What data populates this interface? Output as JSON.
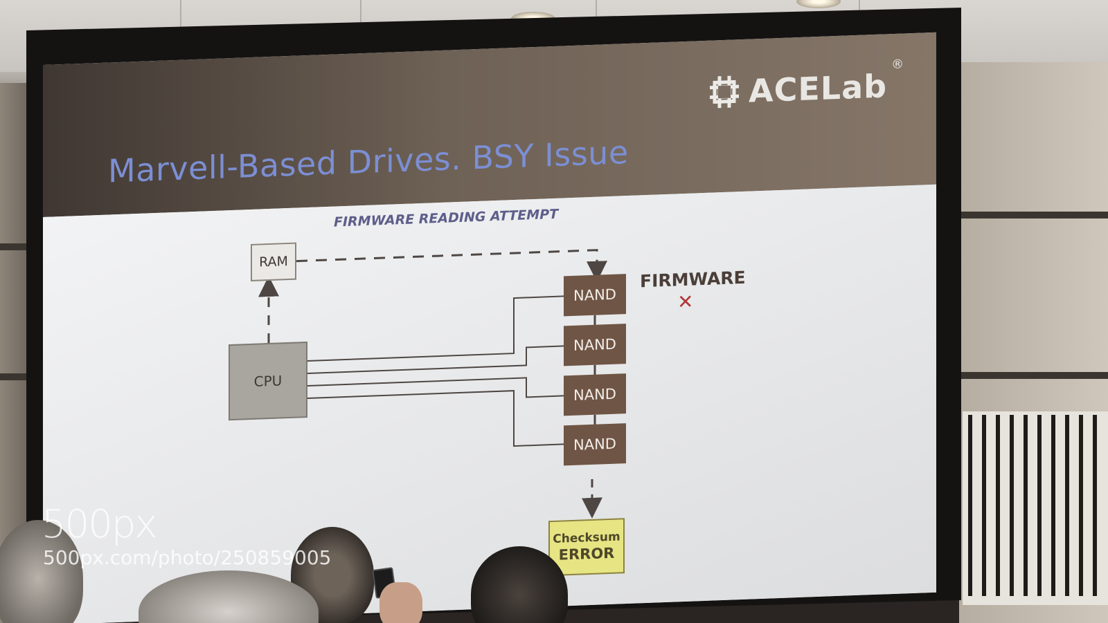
{
  "slide": {
    "title": "Marvell-Based Drives. BSY Issue",
    "logo_text": "ACELab",
    "logo_reg": "®",
    "subtitle": "FIRMWARE READING ATTEMPT",
    "ram_label": "RAM",
    "cpu_label": "CPU",
    "nand_labels": [
      "NAND",
      "NAND",
      "NAND",
      "NAND"
    ],
    "firmware_label": "FIRMWARE",
    "firmware_mark": "✕",
    "checksum_line1": "Checksum",
    "checksum_line2": "ERROR"
  },
  "watermark": {
    "logo": "500px",
    "url": "500px.com/photo/250859005"
  },
  "colors": {
    "title": "#7c8fd4",
    "nand": "#6f5545",
    "cpu": "#a8a69f",
    "checksum": "#e7e483",
    "error_mark": "#b0363a"
  },
  "icons": {
    "logo_mark": "acelab-logo-icon",
    "fail_mark": "cross-icon"
  }
}
